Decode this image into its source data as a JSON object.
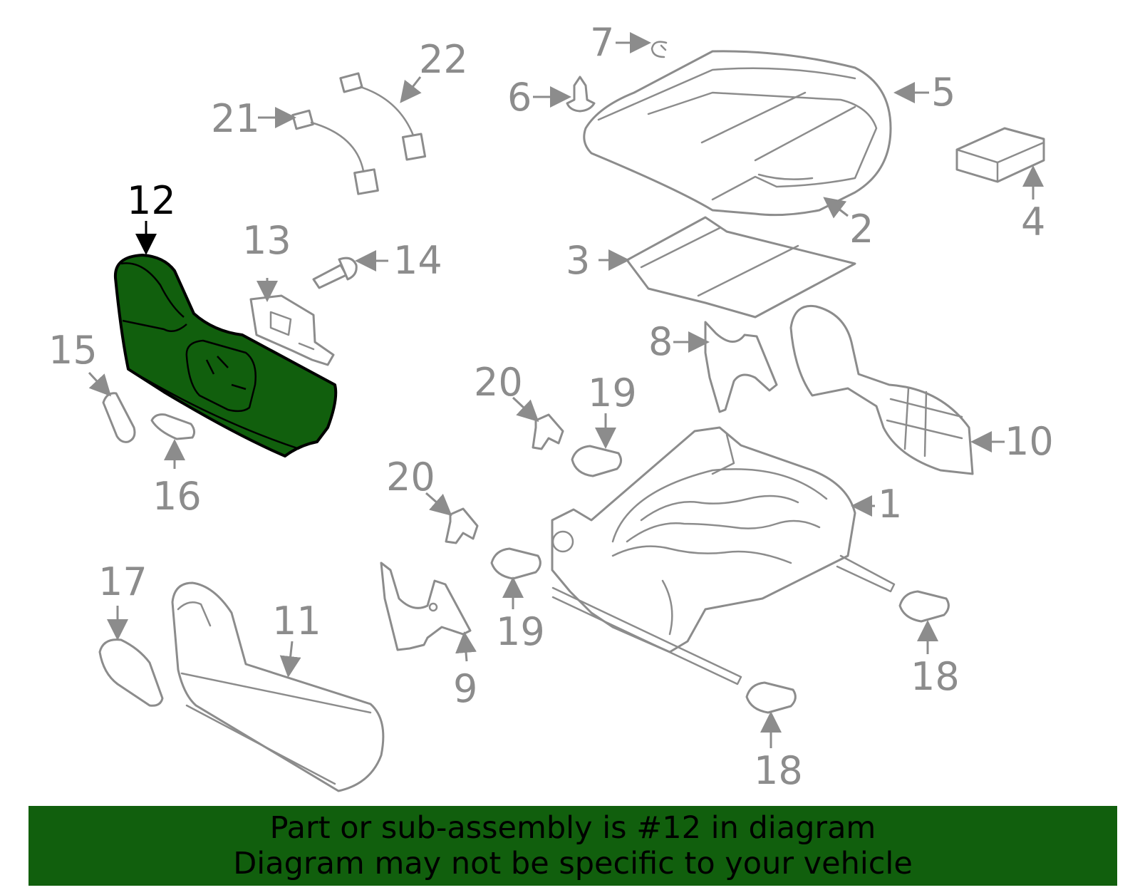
{
  "diagram": {
    "highlighted_part": "12",
    "highlight_color": "#115f0d",
    "line_color": "#8c8c8c",
    "callouts": {
      "c1": "1",
      "c2": "2",
      "c3": "3",
      "c4": "4",
      "c5": "5",
      "c6": "6",
      "c7": "7",
      "c8": "8",
      "c9": "9",
      "c10": "10",
      "c11": "11",
      "c12": "12",
      "c13": "13",
      "c14": "14",
      "c15": "15",
      "c16": "16",
      "c17": "17",
      "c18a": "18",
      "c18b": "18",
      "c19a": "19",
      "c19b": "19",
      "c20a": "20",
      "c20b": "20",
      "c21": "21",
      "c22": "22"
    }
  },
  "banner": {
    "line1": "Part or sub-assembly is #12 in diagram",
    "line2": "Diagram may not be specific to your vehicle",
    "background": "#115f0d"
  }
}
